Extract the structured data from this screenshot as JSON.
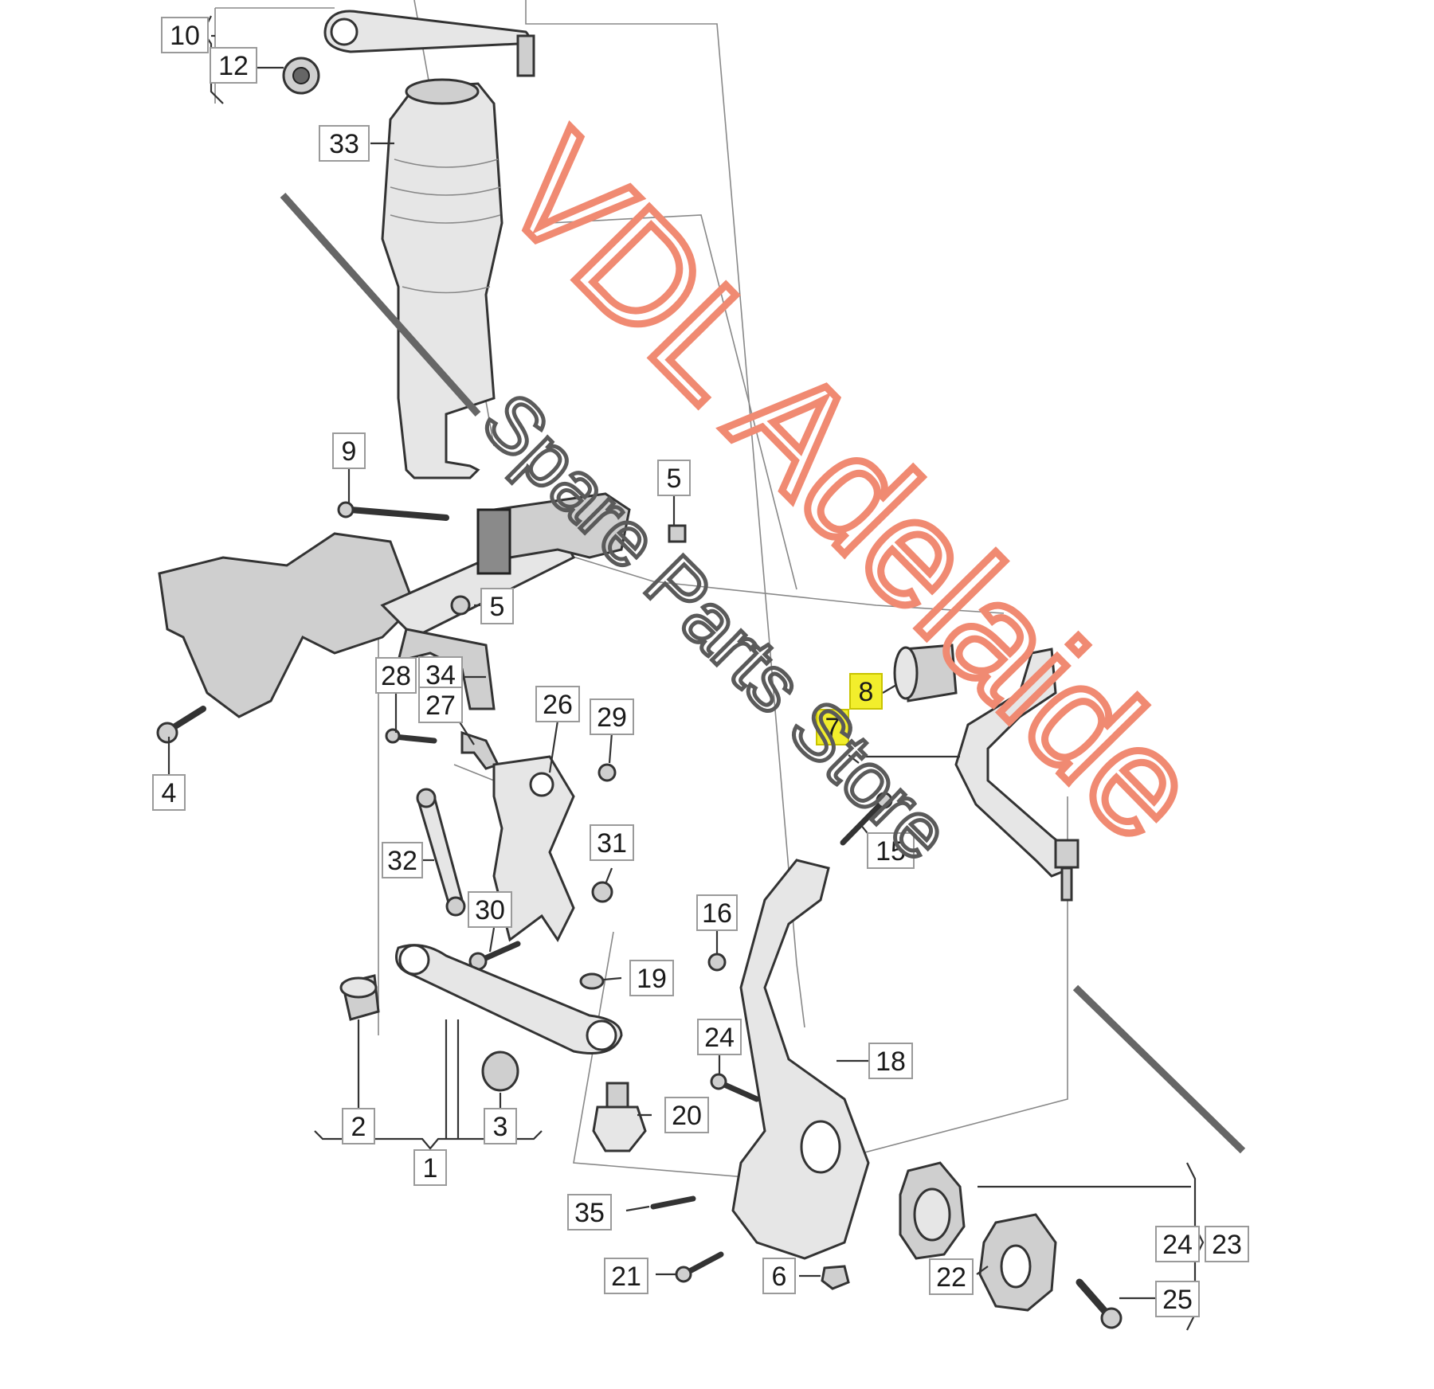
{
  "callouts": [
    {
      "id": "10",
      "label": "10"
    },
    {
      "id": "12",
      "label": "12"
    },
    {
      "id": "33",
      "label": "33"
    },
    {
      "id": "9",
      "label": "9"
    },
    {
      "id": "5a",
      "label": "5"
    },
    {
      "id": "5b",
      "label": "5"
    },
    {
      "id": "28",
      "label": "28"
    },
    {
      "id": "34",
      "label": "34"
    },
    {
      "id": "27",
      "label": "27"
    },
    {
      "id": "26",
      "label": "26"
    },
    {
      "id": "29",
      "label": "29"
    },
    {
      "id": "4",
      "label": "4"
    },
    {
      "id": "8",
      "label": "8",
      "highlight": true
    },
    {
      "id": "7",
      "label": "7",
      "highlight": true
    },
    {
      "id": "15",
      "label": "15"
    },
    {
      "id": "32",
      "label": "32"
    },
    {
      "id": "31",
      "label": "31"
    },
    {
      "id": "30",
      "label": "30"
    },
    {
      "id": "16",
      "label": "16"
    },
    {
      "id": "19",
      "label": "19"
    },
    {
      "id": "24a",
      "label": "24"
    },
    {
      "id": "18",
      "label": "18"
    },
    {
      "id": "2",
      "label": "2"
    },
    {
      "id": "3",
      "label": "3"
    },
    {
      "id": "1",
      "label": "1"
    },
    {
      "id": "20",
      "label": "20"
    },
    {
      "id": "35",
      "label": "35"
    },
    {
      "id": "21",
      "label": "21"
    },
    {
      "id": "6",
      "label": "6"
    },
    {
      "id": "22",
      "label": "22"
    },
    {
      "id": "24b",
      "label": "24"
    },
    {
      "id": "23",
      "label": "23"
    },
    {
      "id": "25",
      "label": "25"
    }
  ],
  "watermark": {
    "brand": "VDL Adelaide",
    "tagline": "Spare Parts Store",
    "brand_color": "#f08a72",
    "tagline_color": "#5a5a5a"
  },
  "colors": {
    "highlight": "#f2ee2c",
    "line": "#333333"
  }
}
